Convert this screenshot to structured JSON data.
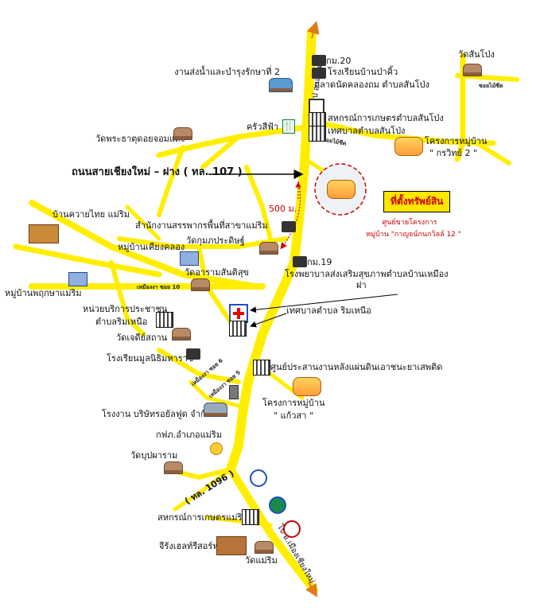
{
  "map": {
    "main_road": "ถนนสายเชียงใหม่ – ฝาง ( ทล. 107 )",
    "road_1096": "( ทล. 1096 )",
    "to_north": "ไป อ.แม่แตง",
    "to_south": "ไป อ.เมืองเชียงใหม่",
    "km20": "กม.20",
    "km19": "กม.19",
    "distance": "500 ม.",
    "property_label": "ที่ตั้งทรัพย์สิน",
    "project_sub_1": "ศูนย์ขายโครงการ",
    "project_sub_2": "หมู่บ้าน \"กาญจน์กนกวิลล์ 12 \"",
    "soi_1": "ซอยไม้ซีด",
    "soi_2": "ซอยไม้ซีด",
    "soi_3": "เหมืองงา ซอย 10",
    "soi_4": "เหมืองงา ซอย 6",
    "soi_5": "เหมืองงา ซอย 5",
    "places": {
      "wat_sanpong": "วัดสันโป่ง",
      "water_station": "งานส่งน้ำและบำรุงรักษาที่ 2",
      "school_pakhiw": "โรงเรียนบ้านป่าคิ้ว",
      "market": "ตลาดนัดคลองถม ตำบลสันโป่ง",
      "coop_sanpong": "สหกรณ์การเกษตรตำบลสันโป่ง",
      "muni_sanpong": "เทศบาลตำบลสันโป่ง",
      "krua_sifa": "ครัวสีฟ้า",
      "wat_phrathat": "วัดพระธาตุดอยจอมแดง",
      "proj_krawit_1": "โครงการหมู่บ้าน",
      "proj_krawit_2": "\" กรวิทย์ 2 \"",
      "ban_kwai": "บ้านควายไทย แม่ริม",
      "revenue_office": "สำนักงานสรรพากรพื้นที่สาขาแม่ริม",
      "wat_kumpha": "วัดกุมภประดิษฐ์",
      "ban_khiang": "หมู่บ้านเคียงคลอง",
      "wat_arama": "วัดอารามสันติสุข",
      "ban_phruksa": "หมู่บ้านพฤกษาแม่ริม",
      "hospital": "โรงพยาบาลส่งเสริมสุขภาพตำบลบ้านเหมือง",
      "hospital_2": "ฝา",
      "muni_rim_nuea": "เทศบาลตำบล ริมเหนือ",
      "service_unit_1": "หน่วยบริการประชาชน",
      "service_unit_2": "ตำบลริมเหนือ",
      "wat_chedi": "วัดเจดีย์สถาน",
      "school_munnithi": "โรงเรียนมูลนิธิมหาราช",
      "drug_center": "ศูนย์ประสานงานหลังแผ่นดินเอาชนะยาเสพติด",
      "proj_kaewsa_1": "โครงการหมู่บ้าน",
      "proj_kaewsa_2": "\" แก้วสา \"",
      "factory": "โรงงาน บริษัทรอยัลฟูด จำกัด",
      "pea": "กฟภ.อำเภอแม่ริม",
      "wat_bupparam": "วัดบุปผาราม",
      "coop_maerim": "สหกรณ์การเกษตรแม่ริม",
      "resort": "จีรังเฮลท์รีสอร์ท",
      "wat_maerim": "วัดแม่ริม"
    }
  },
  "colors": {
    "road": "#ffee00",
    "road_edge": "#e6d400",
    "accent": "#cc0000",
    "arrow": "#e07a1a"
  }
}
